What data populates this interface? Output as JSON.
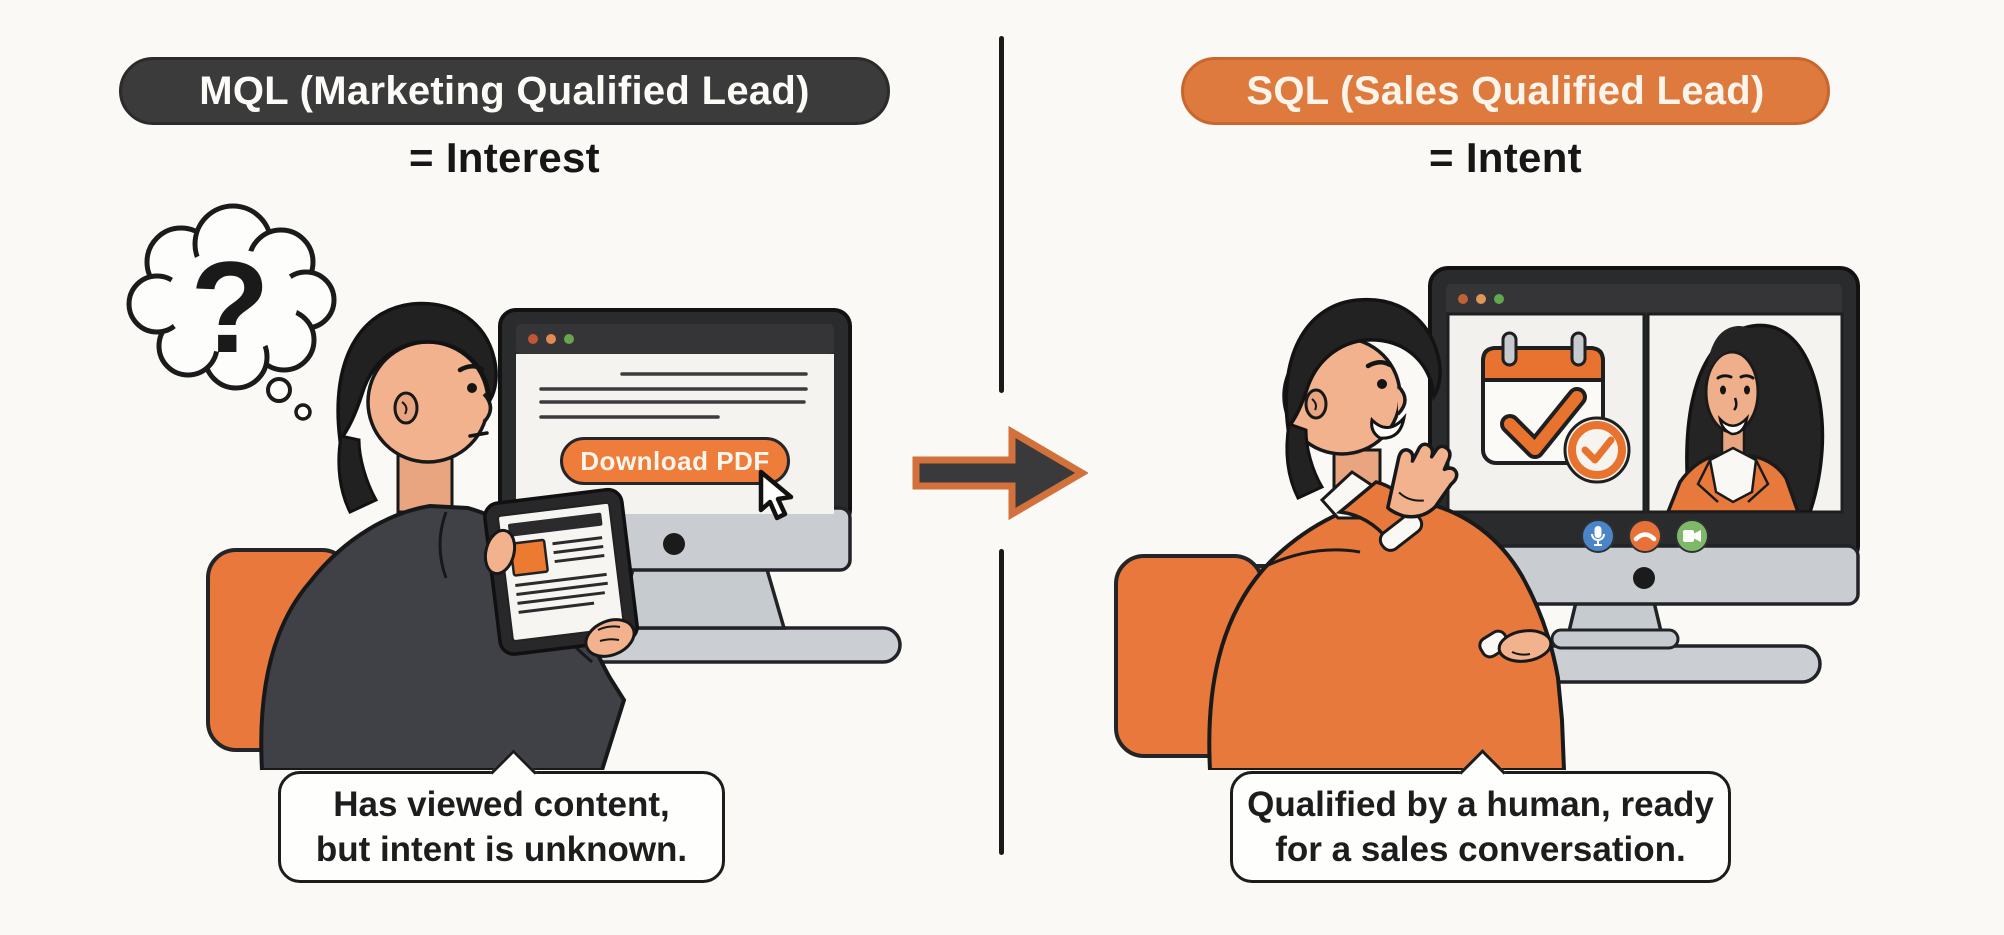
{
  "left": {
    "badge": "MQL (Marketing Qualified Lead)",
    "equation": "= Interest",
    "thought_mark": "?",
    "monitor_button": "Download PDF",
    "callout": [
      "Has viewed content,",
      "but intent is unknown."
    ]
  },
  "right": {
    "badge": "SQL (Sales Qualified Lead)",
    "equation": "= Intent",
    "callout": [
      "Qualified by a human, ready",
      "for a sales conversation."
    ]
  },
  "colors": {
    "background": "#FAF9F6",
    "badge_dark": "#3B3B3B",
    "badge_orange": "#DF7A3E",
    "button_orange": "#EE7C3B",
    "arrow_fill": "#3A3A3C",
    "arrow_outline": "#D2713C",
    "chair_orange": "#E8783C",
    "mic_blue": "#4A85C7",
    "hangup_orange": "#E8713A",
    "camera_green": "#7FB869"
  },
  "icons": {
    "question_mark": "question-mark-icon",
    "mouse_cursor": "mouse-cursor-icon",
    "mic": "mic-icon",
    "hang_up": "phone-hangup-icon",
    "camera": "video-camera-icon",
    "calendar_check": "calendar-check-icon"
  }
}
